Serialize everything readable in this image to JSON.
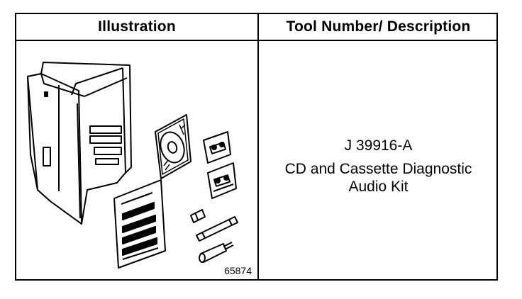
{
  "table": {
    "headers": {
      "illustration": "Illustration",
      "tool": "Tool Number/ Description"
    },
    "row": {
      "figure_number": "65874",
      "tool_number": "J 39916-A",
      "description_lines": [
        "CD and Cassette Diagnostic",
        "Audio Kit"
      ]
    }
  }
}
